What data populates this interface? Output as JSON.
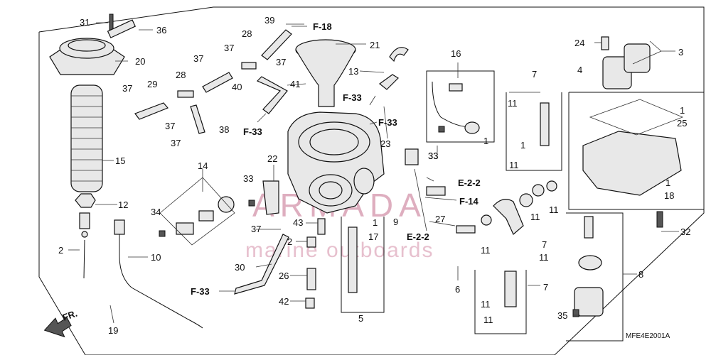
{
  "diagram": {
    "code": "MFE4E2001A",
    "direction_label": "FR.",
    "watermark": {
      "brand": "ARMADA",
      "tagline": "marine outboards"
    },
    "refs": [
      "F-18",
      "F-33",
      "F-33",
      "F-33",
      "F-33",
      "E-2-2",
      "E-2-2",
      "F-14"
    ],
    "callouts": [
      "31",
      "36",
      "20",
      "15",
      "12",
      "2",
      "19",
      "10",
      "39",
      "37",
      "28",
      "37",
      "40",
      "41",
      "21",
      "13",
      "29",
      "28",
      "37",
      "37",
      "37",
      "38",
      "37",
      "22",
      "14",
      "33",
      "34",
      "33",
      "23",
      "30",
      "37",
      "43",
      "2",
      "26",
      "42",
      "1",
      "17",
      "9",
      "27",
      "5",
      "16",
      "33",
      "1",
      "7",
      "11",
      "1",
      "11",
      "11",
      "11",
      "11",
      "7",
      "11",
      "6",
      "7",
      "11",
      "11",
      "24",
      "3",
      "4",
      "1",
      "25",
      "1",
      "18",
      "32",
      "8",
      "35"
    ]
  }
}
